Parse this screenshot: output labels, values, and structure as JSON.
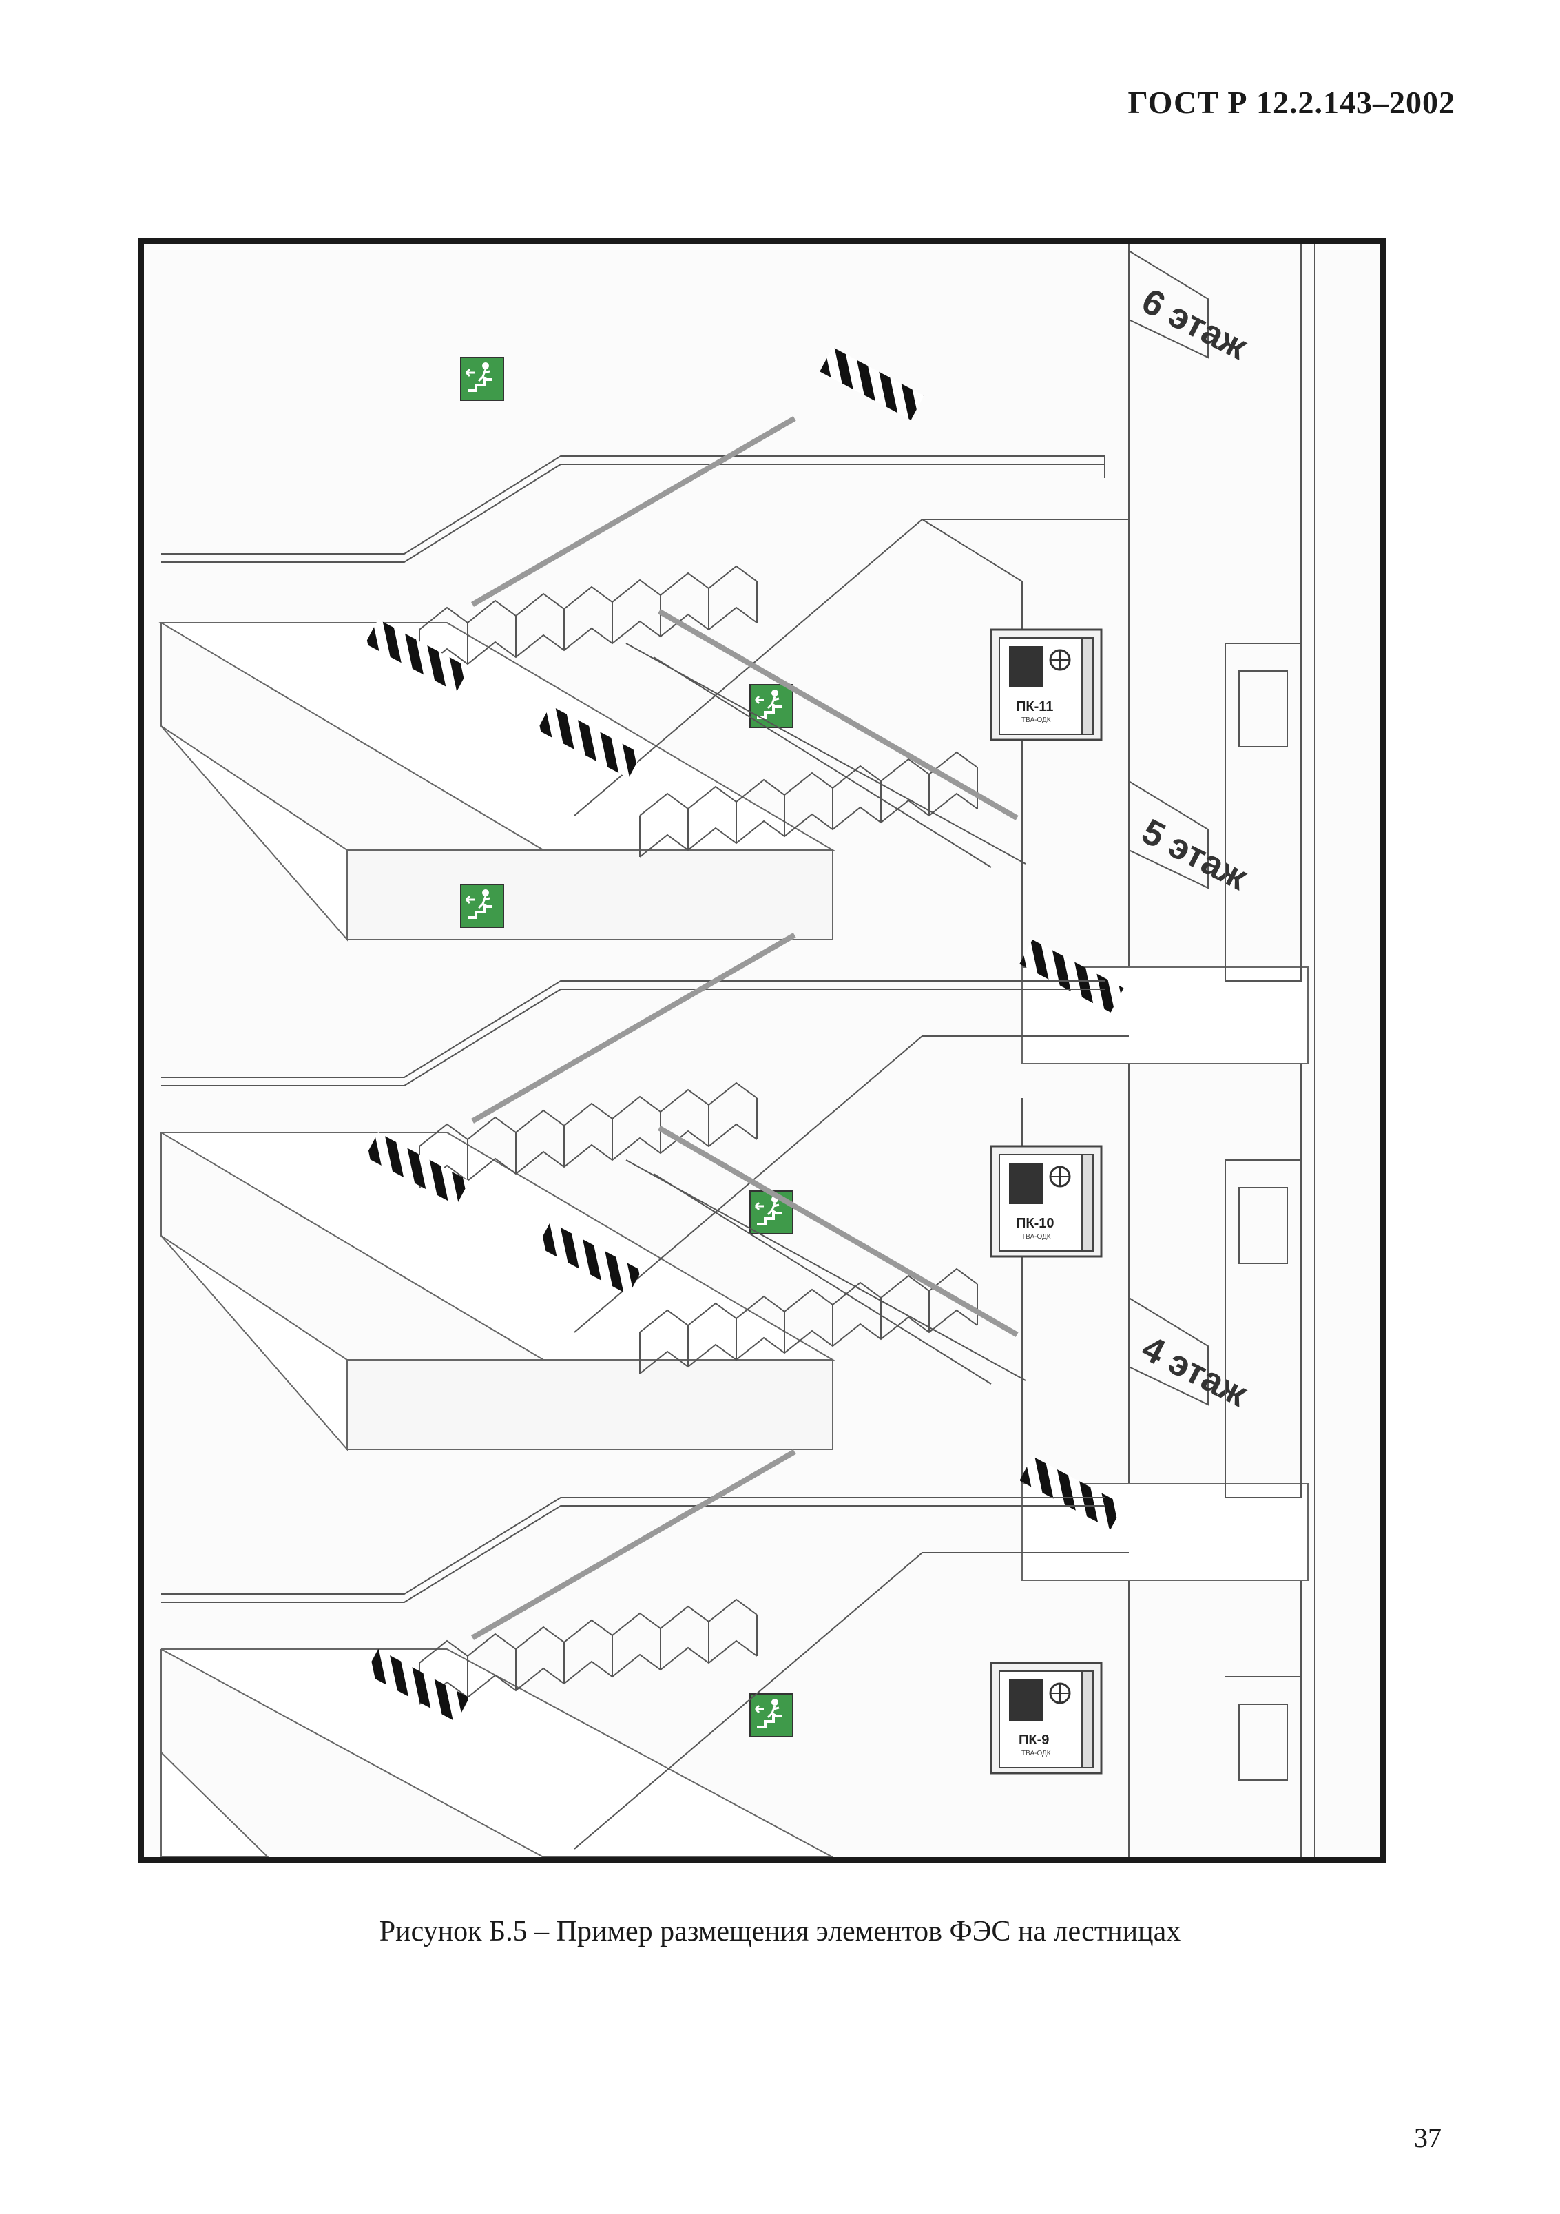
{
  "document": {
    "header": "ГОСТ Р 12.2.143–2002",
    "caption": "Рисунок Б.5 – Пример размещения элементов ФЭС на лестницах",
    "page_number": "37"
  },
  "figure": {
    "floors": [
      {
        "label": "6 этаж"
      },
      {
        "label": "5 этаж"
      },
      {
        "label": "4 этаж"
      }
    ],
    "hydrants": [
      {
        "label": "ПК-11",
        "sub": "ТВА-ОДК"
      },
      {
        "label": "ПК-10",
        "sub": "ТВА-ОДК"
      },
      {
        "label": "ПК-9",
        "sub": "ТВА-ОДК"
      }
    ],
    "exit_sign_icon": "evacuation-stairs-icon",
    "exit_sign_color": "#3f9a4a"
  }
}
